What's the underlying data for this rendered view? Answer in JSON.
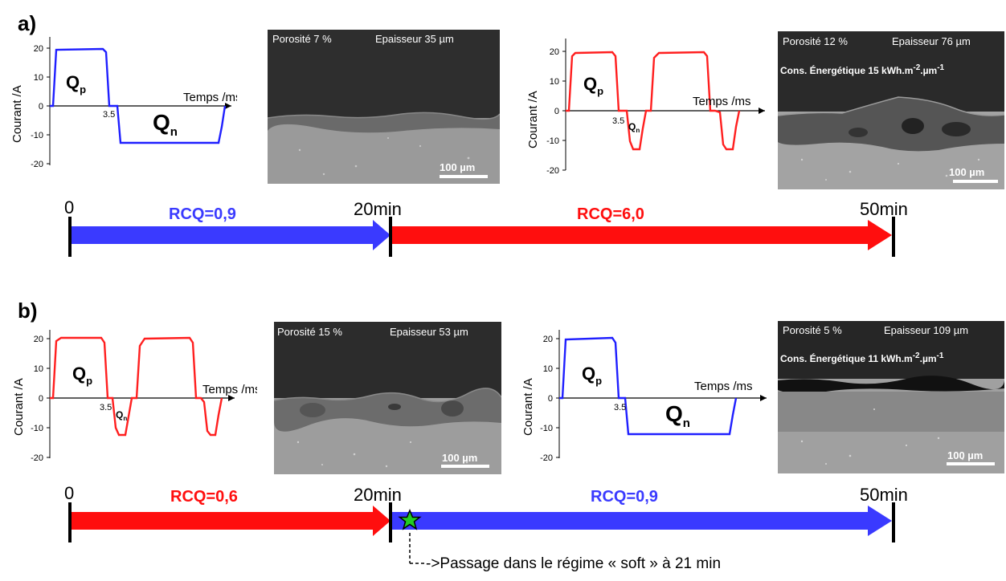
{
  "panels": [
    {
      "label": "a)",
      "graphs": [
        {
          "color": "#1f1fff",
          "y_label": "Courant /A",
          "x_label": "Temps /ms",
          "y_ticks": [
            "20",
            "10",
            "0",
            "-10",
            "-20"
          ],
          "x_tick": "3.5",
          "qp": "Q",
          "qp_sub": "p",
          "qn": "Q",
          "qn_sub": "n"
        },
        {
          "color": "#ff1f1f",
          "y_label": "Courant /A",
          "x_label": "Temps /ms",
          "y_ticks": [
            "20",
            "10",
            "0",
            "-10",
            "-20"
          ],
          "x_tick": "3.5",
          "qp": "Q",
          "qp_sub": "p",
          "qn": "Q",
          "qn_sub": "n"
        }
      ],
      "images": [
        {
          "porosity": "Porosité  7 %",
          "thickness": "Epaisseur 35 µm",
          "energy": "",
          "energy_unit": "",
          "energy_sup": "",
          "scale": "100 µm"
        },
        {
          "porosity": "Porosité 12 %",
          "thickness": "Epaisseur 76 µm",
          "energy": "Cons. Énergétique 15 kWh.m",
          "energy_sup": "-2",
          "energy_unit": ".µm",
          "energy_sup2": "-1",
          "scale": "100 µm"
        }
      ],
      "timeline": {
        "t0": "0",
        "t1": "20min",
        "t2": "50min",
        "rcq1": "RCQ=0,9",
        "rcq2": "RCQ=6,0",
        "color1": "#3a3aff",
        "color2": "#ff0e0e"
      }
    },
    {
      "label": "b)",
      "graphs": [
        {
          "color": "#ff1f1f",
          "y_label": "Courant /A",
          "x_label": "Temps /ms",
          "y_ticks": [
            "20",
            "10",
            "0",
            "-10",
            "-20"
          ],
          "x_tick": "3.5",
          "qp": "Q",
          "qp_sub": "p",
          "qn": "Q",
          "qn_sub": "n"
        },
        {
          "color": "#1f1fff",
          "y_label": "Courant /A",
          "x_label": "Temps /ms",
          "y_ticks": [
            "20",
            "10",
            "0",
            "-10",
            "-20"
          ],
          "x_tick": "3.5",
          "qp": "Q",
          "qp_sub": "p",
          "qn": "Q",
          "qn_sub": "n"
        }
      ],
      "images": [
        {
          "porosity": "Porosité 15 %",
          "thickness": "Epaisseur 53 µm",
          "energy": "",
          "energy_unit": "",
          "energy_sup": "",
          "scale": "100 µm"
        },
        {
          "porosity": "Porosité  5 %",
          "thickness": "Epaisseur 109 µm",
          "energy": "Cons. Énergétique 11 kWh.m",
          "energy_sup": "-2",
          "energy_unit": ".µm",
          "energy_sup2": "-1",
          "scale": "100 µm"
        }
      ],
      "timeline": {
        "t0": "0",
        "t1": "20min",
        "t2": "50min",
        "rcq1": "RCQ=0,6",
        "rcq2": "RCQ=0,9",
        "color1": "#ff0e0e",
        "color2": "#3a3aff"
      },
      "note": "->Passage dans le régime « soft » à 21 min",
      "star_icon": "green-star-icon"
    }
  ]
}
